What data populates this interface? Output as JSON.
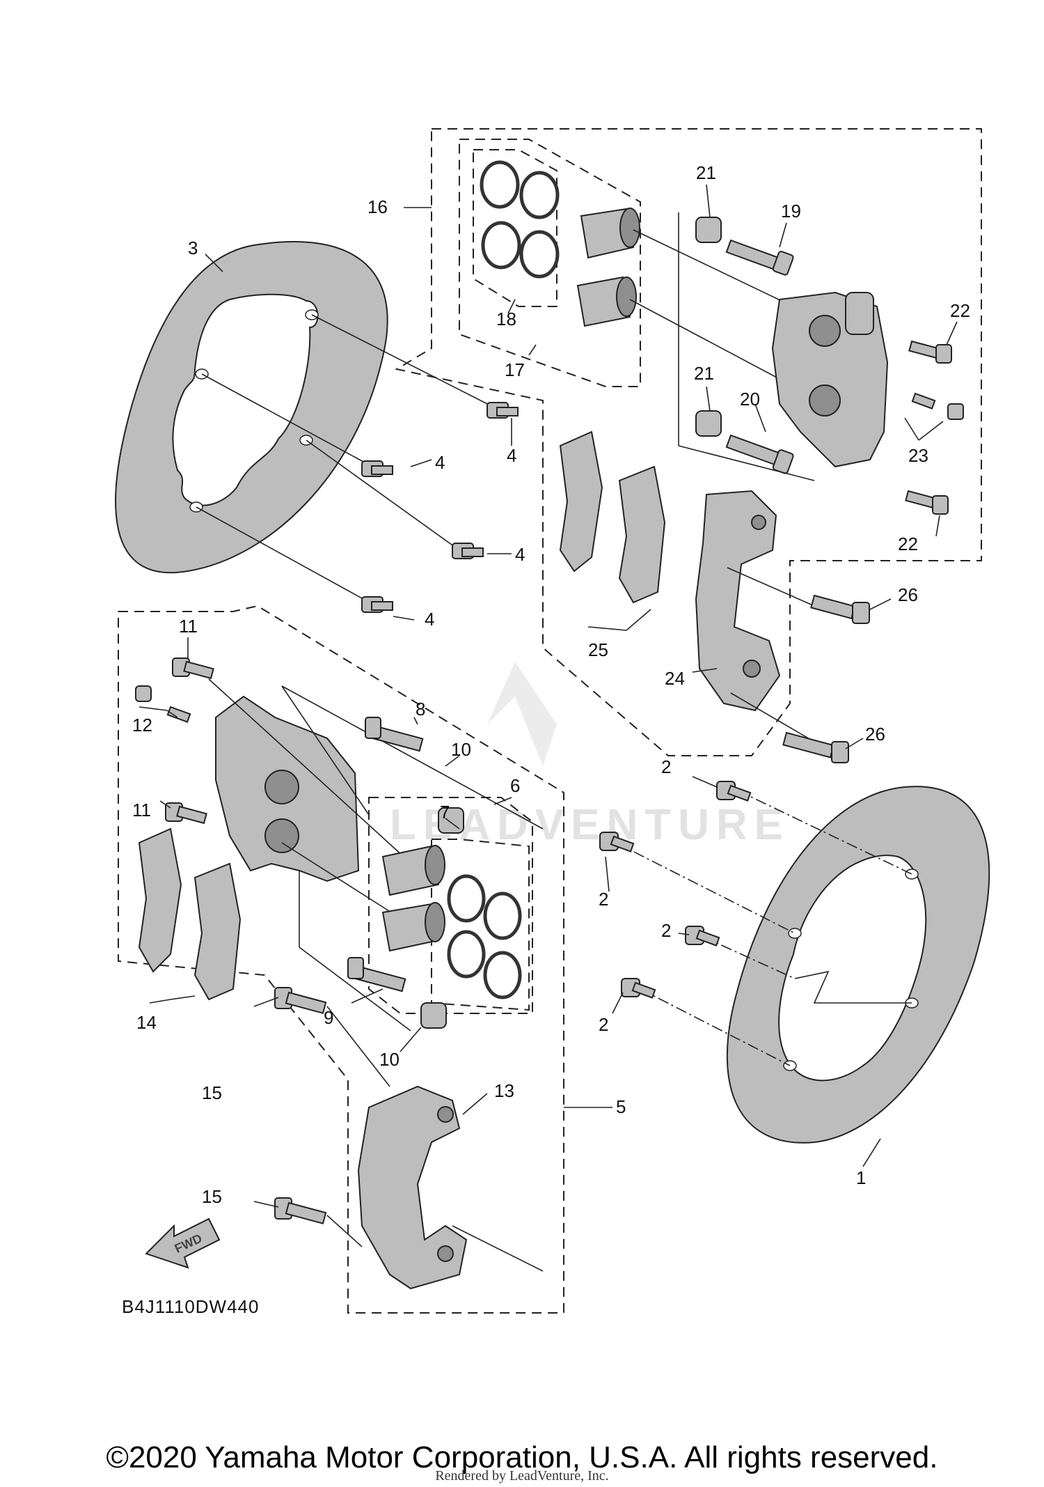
{
  "diagram": {
    "code": "B4J1110DW440",
    "fwd_label": "FWD",
    "watermark": "LEADVENTURE",
    "callouts": {
      "c1": "1",
      "c2a": "2",
      "c2b": "2",
      "c2c": "2",
      "c2d": "2",
      "c3": "3",
      "c4a": "4",
      "c4b": "4",
      "c4c": "4",
      "c4d": "4",
      "c5": "5",
      "c6": "6",
      "c7": "7",
      "c8": "8",
      "c9": "9",
      "c10a": "10",
      "c10b": "10",
      "c11a": "11",
      "c11b": "11",
      "c12": "12",
      "c13": "13",
      "c14": "14",
      "c15a": "15",
      "c15b": "15",
      "c16": "16",
      "c17": "17",
      "c18": "18",
      "c19": "19",
      "c20": "20",
      "c21a": "21",
      "c21b": "21",
      "c22a": "22",
      "c22b": "22",
      "c23": "23",
      "c24": "24",
      "c25": "25",
      "c26a": "26",
      "c26b": "26"
    }
  },
  "footer": {
    "copyright": "©2020 Yamaha Motor Corporation, U.S.A. All rights reserved.",
    "rendered_by": "Rendered by LeadVenture, Inc."
  }
}
